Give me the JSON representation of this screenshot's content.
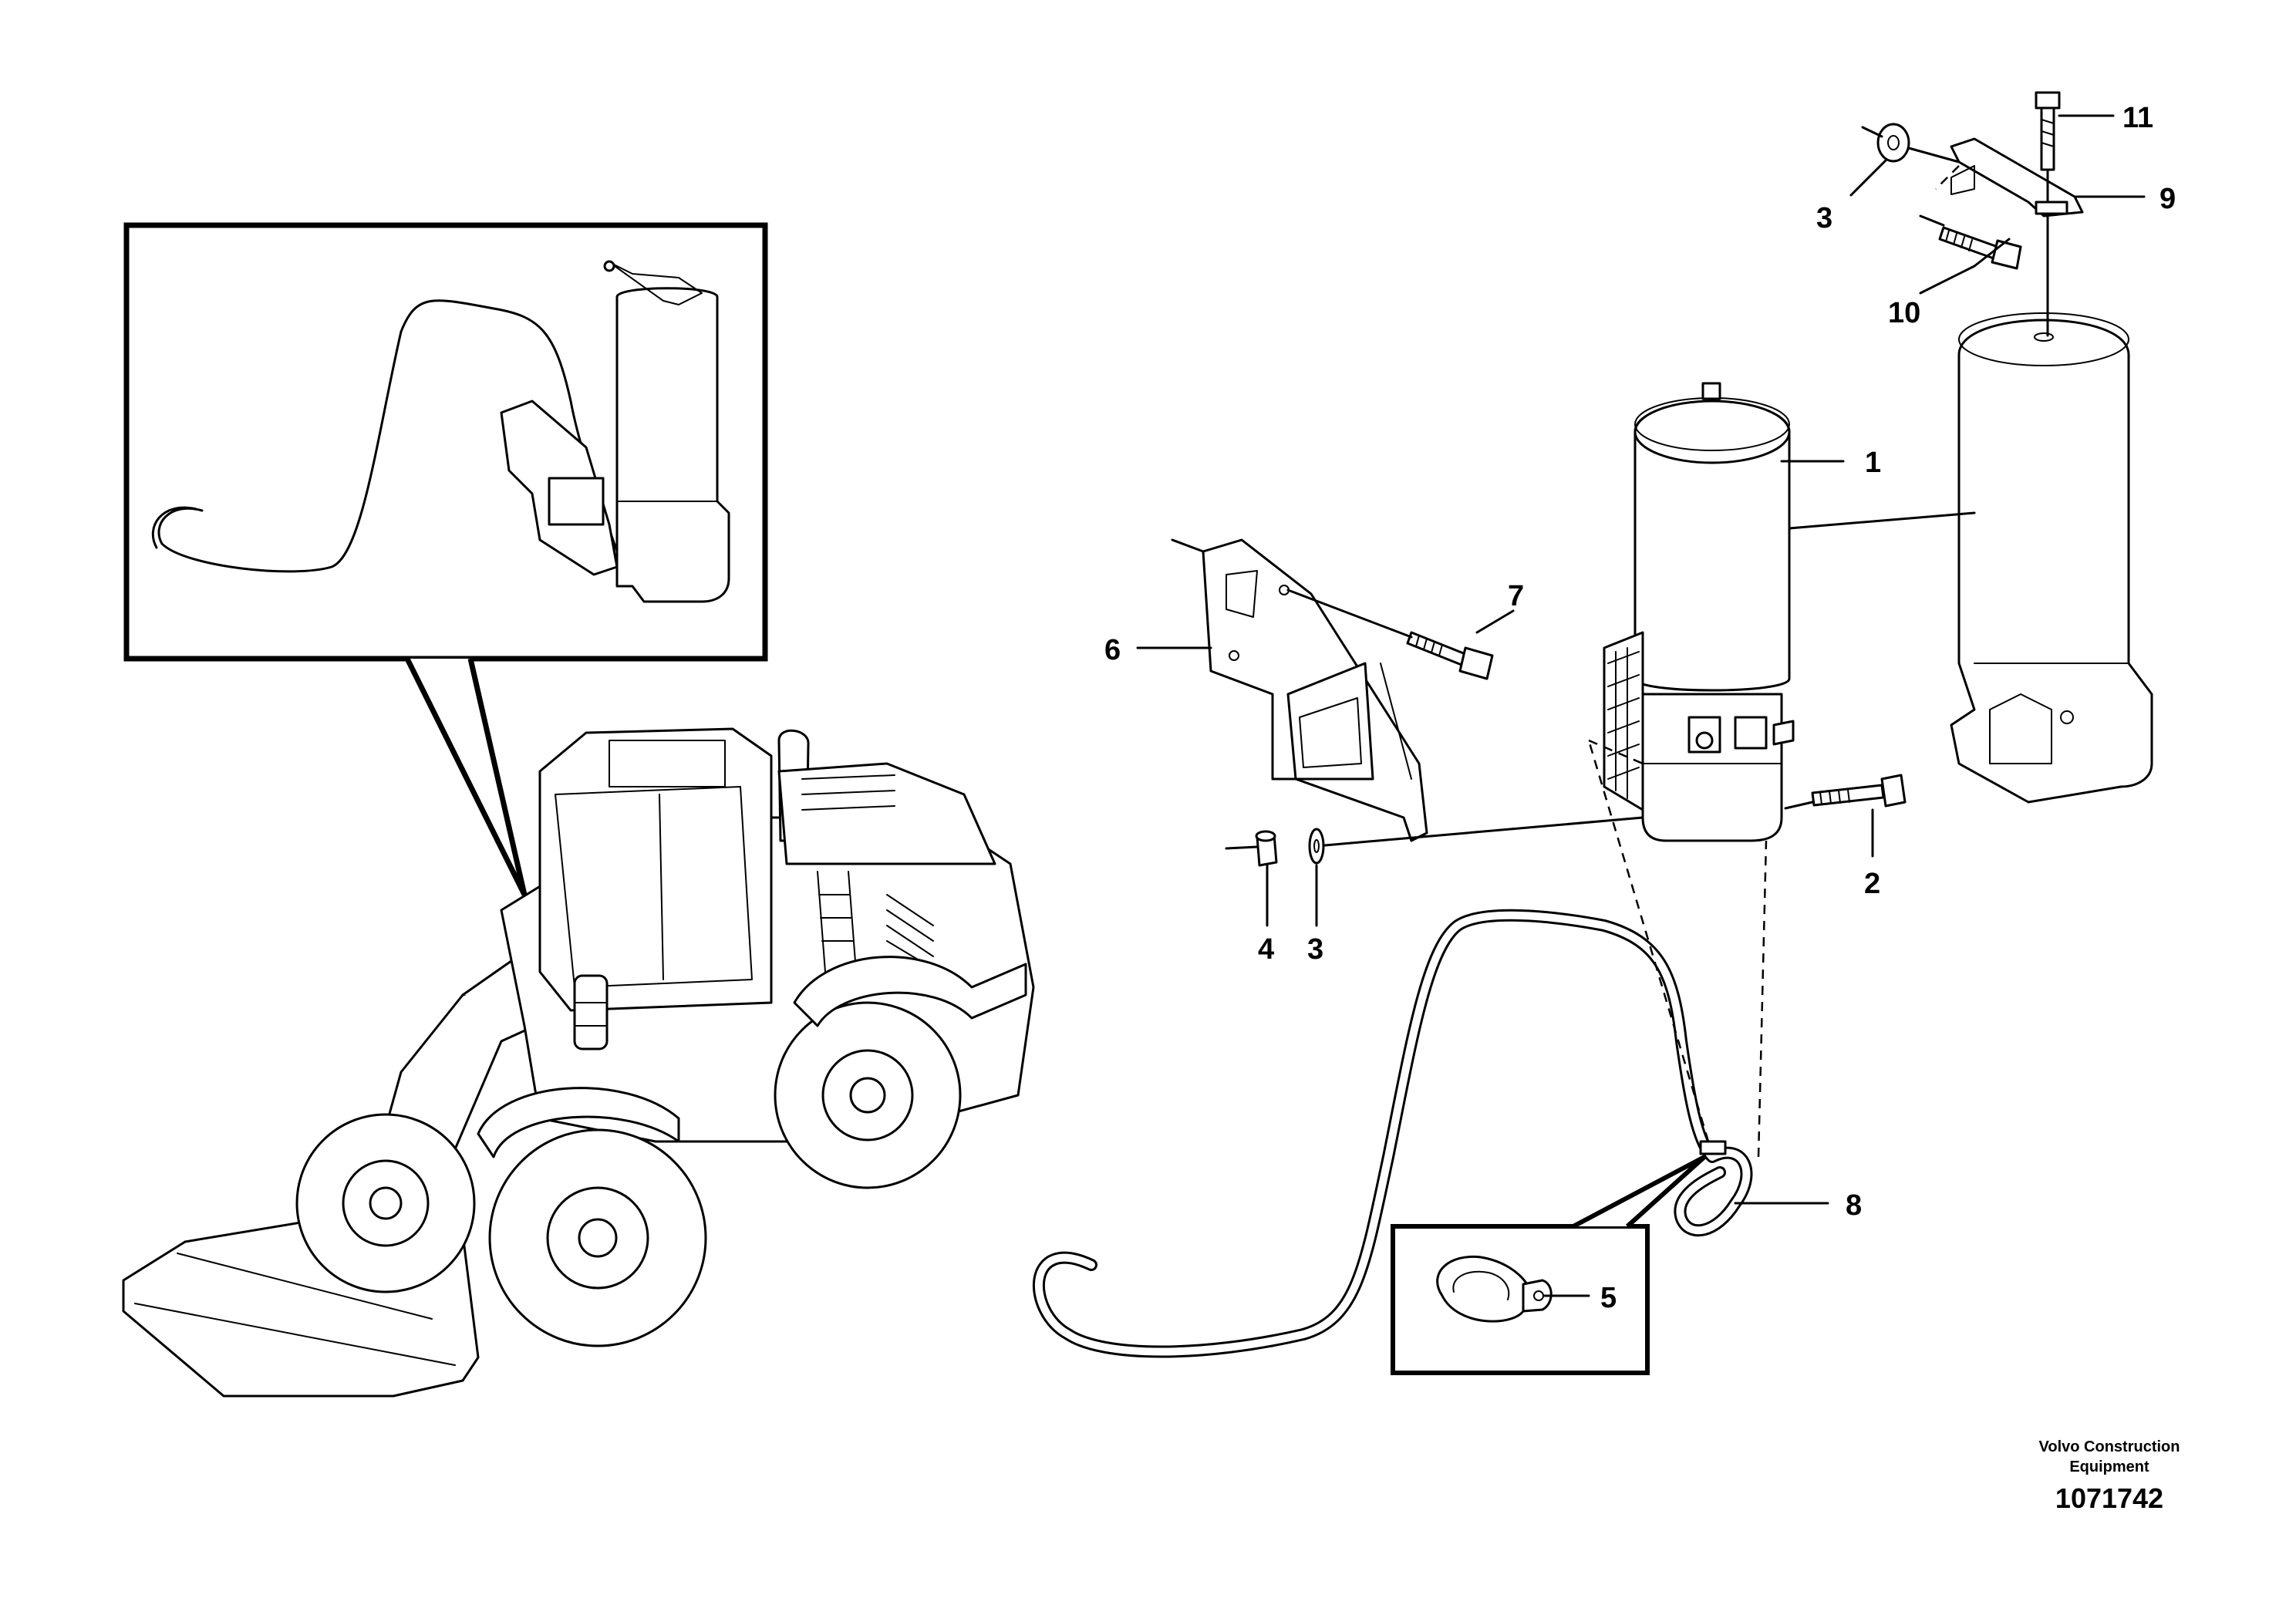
{
  "callouts": [
    {
      "id": "1",
      "text": "1"
    },
    {
      "id": "2",
      "text": "2"
    },
    {
      "id": "3a",
      "text": "3"
    },
    {
      "id": "3b",
      "text": "3"
    },
    {
      "id": "4",
      "text": "4"
    },
    {
      "id": "5",
      "text": "5"
    },
    {
      "id": "6",
      "text": "6"
    },
    {
      "id": "7",
      "text": "7"
    },
    {
      "id": "8",
      "text": "8"
    },
    {
      "id": "9",
      "text": "9"
    },
    {
      "id": "10",
      "text": "10"
    },
    {
      "id": "11",
      "text": "11"
    }
  ],
  "credit": {
    "line1": "Volvo Construction",
    "line2": "Equipment"
  },
  "document_number": "1071742",
  "icons": {
    "reservoir": "grease-reservoir-icon",
    "bracket": "mounting-bracket-icon",
    "hose": "hose-icon",
    "clamp": "hose-clamp-icon",
    "loader": "wheel-loader-icon"
  }
}
